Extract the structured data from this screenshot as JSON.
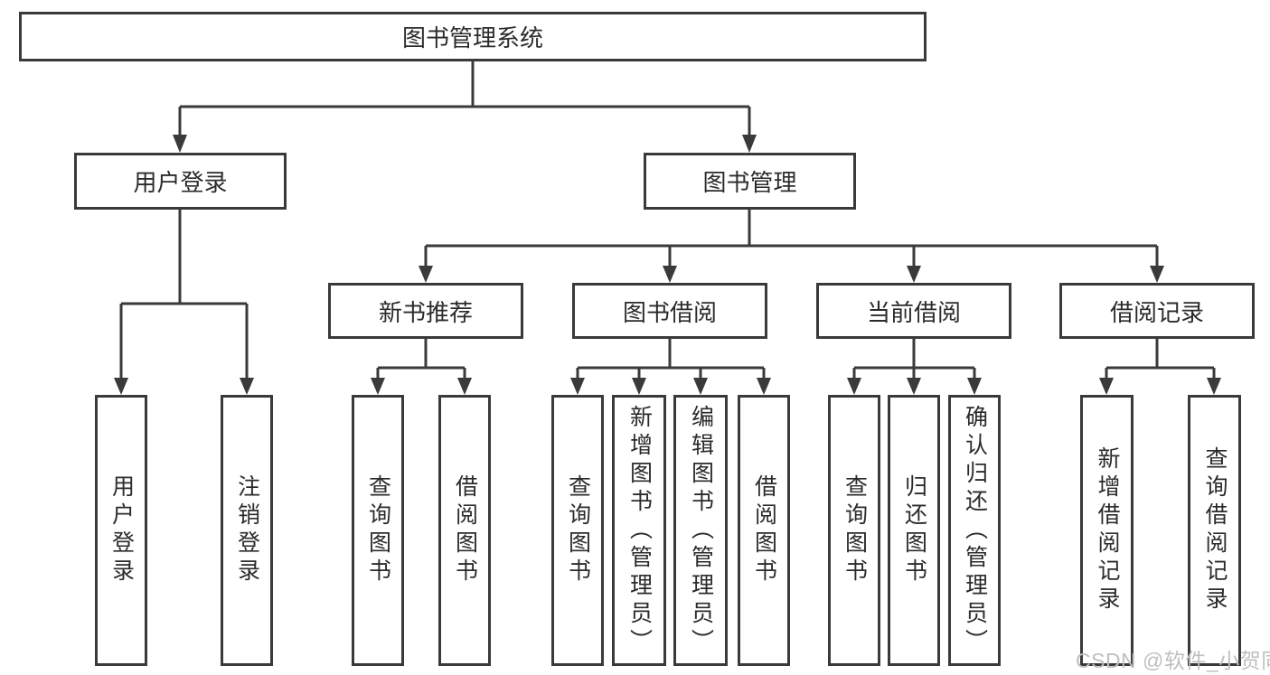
{
  "tree": {
    "root": {
      "label": "图书管理系统"
    },
    "branches": [
      {
        "label": "用户登录",
        "children": [
          {
            "label": "用户登录"
          },
          {
            "label": "注销登录"
          }
        ]
      },
      {
        "label": "图书管理",
        "children": [
          {
            "label": "新书推荐",
            "children": [
              {
                "label": "查询图书"
              },
              {
                "label": "借阅图书"
              }
            ]
          },
          {
            "label": "图书借阅",
            "children": [
              {
                "label": "查询图书"
              },
              {
                "label": "新增图书（管理员）"
              },
              {
                "label": "编辑图书（管理员）"
              },
              {
                "label": "借阅图书"
              }
            ]
          },
          {
            "label": "当前借阅",
            "children": [
              {
                "label": "查询图书"
              },
              {
                "label": "归还图书"
              },
              {
                "label": "确认归还（管理员）"
              }
            ]
          },
          {
            "label": "借阅记录",
            "children": [
              {
                "label": "新增借阅记录"
              },
              {
                "label": "查询借阅记录"
              }
            ]
          }
        ]
      }
    ]
  },
  "watermark": {
    "text": "CSDN @软件_小贺同学"
  },
  "colors": {
    "line": "#3a3a3a",
    "text": "#2b2b2b",
    "watermark": "#bfbfbf",
    "background": "#ffffff"
  }
}
